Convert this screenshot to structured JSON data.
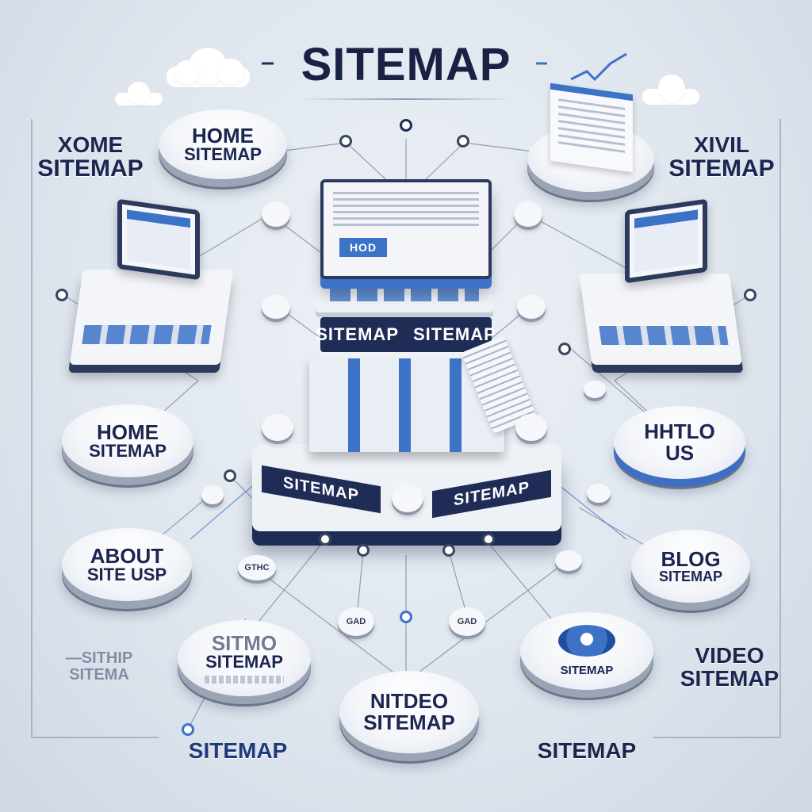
{
  "title": "SITEMAP",
  "left_labels": {
    "top": {
      "line1": "XOME",
      "line2": "SITEMAP"
    },
    "bottom_faded": {
      "line1": "—SITHIP",
      "line2": "SITEMA"
    },
    "bottom": "SITEMAP"
  },
  "right_labels": {
    "top": {
      "line1": "XIVIL",
      "line2": "SITEMAP"
    },
    "video": {
      "line1": "VIDEO",
      "line2": "SITEMAP"
    },
    "bottom": "SITEMAP"
  },
  "pads": {
    "home_top": {
      "line1": "HOME",
      "line2": "SITEMAP"
    },
    "home_mid": {
      "line1": "HOME",
      "line2": "SITEMAP"
    },
    "about": {
      "line1": "ABOUT",
      "line2": "SITE USP"
    },
    "hltlo": {
      "line1": "HHTLO",
      "line2": "US"
    },
    "blog": {
      "line1": "BLOG",
      "line2": "SITEMAP"
    },
    "nitmo": {
      "line1": "SITMO",
      "line2": "SITEMAP"
    },
    "nitdeo": {
      "line1": "NITDEO",
      "line2": "SITEMAP"
    },
    "video_disc": {
      "line1": "SITEMAP"
    }
  },
  "tower": {
    "tier_label_1": "SITEMAP",
    "tier_label_2": "SITEMAP",
    "base_label_left": "SITEMAP",
    "base_label_right": "SITEMAP",
    "top_box_label": "HOD"
  },
  "chips": [
    "GAD",
    "GAD",
    "GTHC"
  ],
  "colors": {
    "navy": "#1f2c55",
    "accent_blue": "#3d73c6",
    "background": "#dfe6ee"
  }
}
